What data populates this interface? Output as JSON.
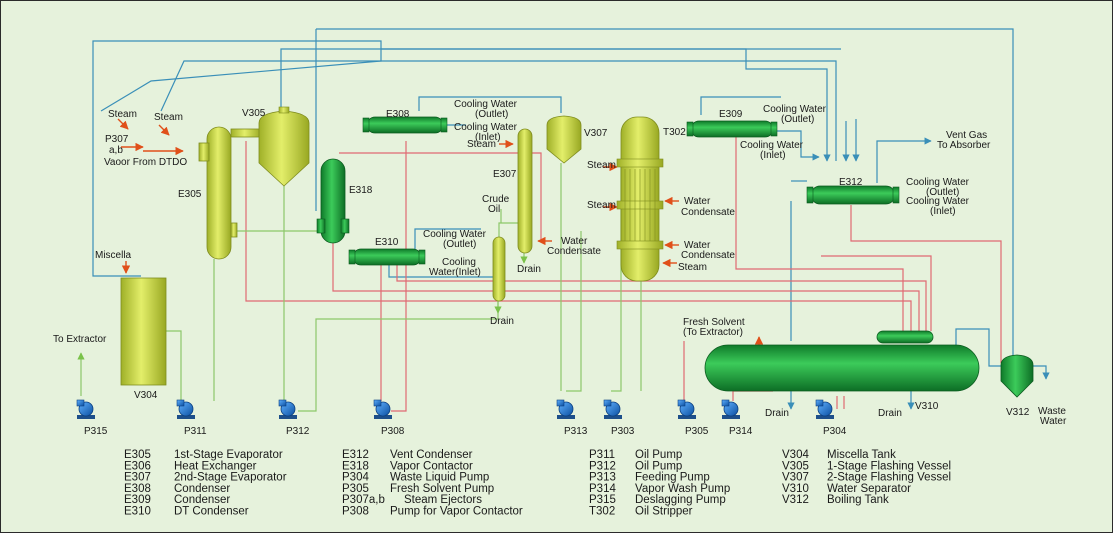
{
  "colors": {
    "background": "#e6f2dc",
    "yellow_green_vessel": "#c8d83a",
    "green_vessel": "#1f9d3a",
    "water_line": "#3a8fb8",
    "solvent_line": "#e06a72",
    "vapor_line": "#8cc86a",
    "steam_arrow": "#e0501a",
    "pump": "#1d6fc2"
  },
  "equipment": {
    "v305": "V305",
    "e308": "E308",
    "e305": "E305",
    "e318": "E318",
    "e307": "E307",
    "v307": "V307",
    "t302": "T302",
    "e309": "E309",
    "e312": "E312",
    "e310": "E310",
    "v304": "V304",
    "v310": "V310",
    "v312": "V312"
  },
  "pumps": [
    "P315",
    "P311",
    "P312",
    "P308",
    "P313",
    "P303",
    "P305",
    "P314",
    "P304"
  ],
  "stream_labels": {
    "steam_1": "Steam",
    "steam_2": "Steam",
    "p307": "P307",
    "p307_ab": "a,b",
    "vapor_from_dtdo": "Vaoor From DTDO",
    "miscella": "Miscella",
    "to_extractor": "To Extractor",
    "e308_cw_outlet_1": "Cooling Water",
    "e308_cw_outlet_2": "(Outlet)",
    "e308_cw_inlet_1": "Cooling Water",
    "e308_cw_inlet_2": "(Inlet)",
    "e307_steam": "Steam",
    "crude_oil_1": "Crude",
    "crude_oil_2": "Oil",
    "e307_water_1": "Water",
    "e307_water_2": "Condensate",
    "drain_1": "Drain",
    "drain_2": "Drain",
    "e310_cw_outlet_1": "Cooling Water",
    "e310_cw_outlet_2": "(Outlet)",
    "e310_cw_inlet_1": "Cooling",
    "e310_cw_inlet_2": "Water(Inlet)",
    "t302_steam_1": "Steam",
    "t302_steam_2": "Steam",
    "t302_water_1a": "Water",
    "t302_water_1b": "Condensate",
    "t302_water_2a": "Water",
    "t302_water_2b": "Condensate",
    "t302_steam_3": "Steam",
    "e309_cw_outlet_1": "Cooling Water",
    "e309_cw_outlet_2": "(Outlet)",
    "e309_cw_inlet_1": "Cooling Water",
    "e309_cw_inlet_2": "(Inlet)",
    "vent_gas_1": "Vent Gas",
    "vent_gas_2": "To Absorber",
    "e312_cw_1": "Cooling Water",
    "e312_cw_2": "(Outlet)",
    "e312_cw_3": "Cooling Water",
    "e312_cw_4": "(Inlet)",
    "fresh_solvent_1": "Fresh Solvent",
    "fresh_solvent_2": "(To Extractor)",
    "drain_3": "Drain",
    "drain_4": "Drain",
    "waste_water_1": "Waste",
    "waste_water_2": "Water"
  },
  "legend": {
    "col1": [
      {
        "code": "E305",
        "desc": "1st-Stage Evaporator"
      },
      {
        "code": "E306",
        "desc": "Heat Exchanger"
      },
      {
        "code": "E307",
        "desc": "2nd-Stage Evaporator"
      },
      {
        "code": "E308",
        "desc": "Condenser"
      },
      {
        "code": "E309",
        "desc": "Condenser"
      },
      {
        "code": "E310",
        "desc": "DT Condenser"
      }
    ],
    "col2": [
      {
        "code": "E312",
        "desc": "Vent Condenser"
      },
      {
        "code": "E318",
        "desc": "Vapor Contactor"
      },
      {
        "code": "P304",
        "desc": "Waste Liquid Pump"
      },
      {
        "code": "P305",
        "desc": "Fresh Solvent Pump"
      },
      {
        "code": "P307a,b",
        "desc": "Steam Ejectors"
      },
      {
        "code": "P308",
        "desc": "Pump for Vapor Contactor"
      }
    ],
    "col3": [
      {
        "code": "P311",
        "desc": "Oil Pump"
      },
      {
        "code": "P312",
        "desc": "Oil Pump"
      },
      {
        "code": "P313",
        "desc": "Feeding Pump"
      },
      {
        "code": "P314",
        "desc": "Vapor Wash Pump"
      },
      {
        "code": "P315",
        "desc": "Deslagging Pump"
      },
      {
        "code": "T302",
        "desc": "Oil Stripper"
      }
    ],
    "col4": [
      {
        "code": "V304",
        "desc": "Miscella Tank"
      },
      {
        "code": "V305",
        "desc": "1-Stage Flashing Vessel"
      },
      {
        "code": "V307",
        "desc": "2-Stage Flashing Vessel"
      },
      {
        "code": "V310",
        "desc": "Water Separator"
      },
      {
        "code": "V312",
        "desc": "Boiling Tank"
      }
    ]
  }
}
